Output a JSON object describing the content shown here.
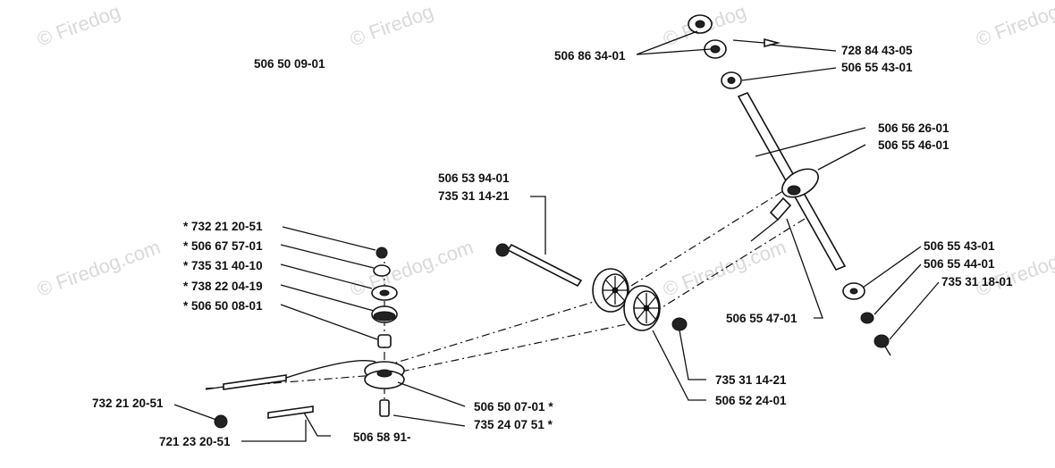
{
  "diagram": {
    "watermark_text": "© Firedog",
    "watermark_long": "© Firedog.com",
    "labels": {
      "assembly": "506 50 09-01",
      "top_nut_pair": "506 86 34-01",
      "top_right_1": "728 84 43-05",
      "top_right_2": "506 55 43-01",
      "shaft_1": "506 56 26-01",
      "shaft_2": "506 55 46-01",
      "mid_1": "506 53 94-01",
      "mid_2": "735 31 14-21",
      "left_1": "* 732 21 20-51",
      "left_2": "* 506 67 57-01",
      "left_3": "* 735 31 40-10",
      "left_4": "* 738 22 04-19",
      "left_5": "* 506 50 08-01",
      "right_1": "506 55 43-01",
      "right_2": "506 55 44-01",
      "right_3": "735 31 18-01",
      "center_pin": "506 55 47-01",
      "wheel_1": "735 31 14-21",
      "wheel_2": "506 52 24-01",
      "bottom_left_1": "732 21 20-51",
      "bottom_left_2": "721 23 20-51",
      "bottom_mid": "506 58 91-",
      "bottom_right_1": "506 50 07-01 *",
      "bottom_right_2": "735 24 07 51 *"
    }
  }
}
